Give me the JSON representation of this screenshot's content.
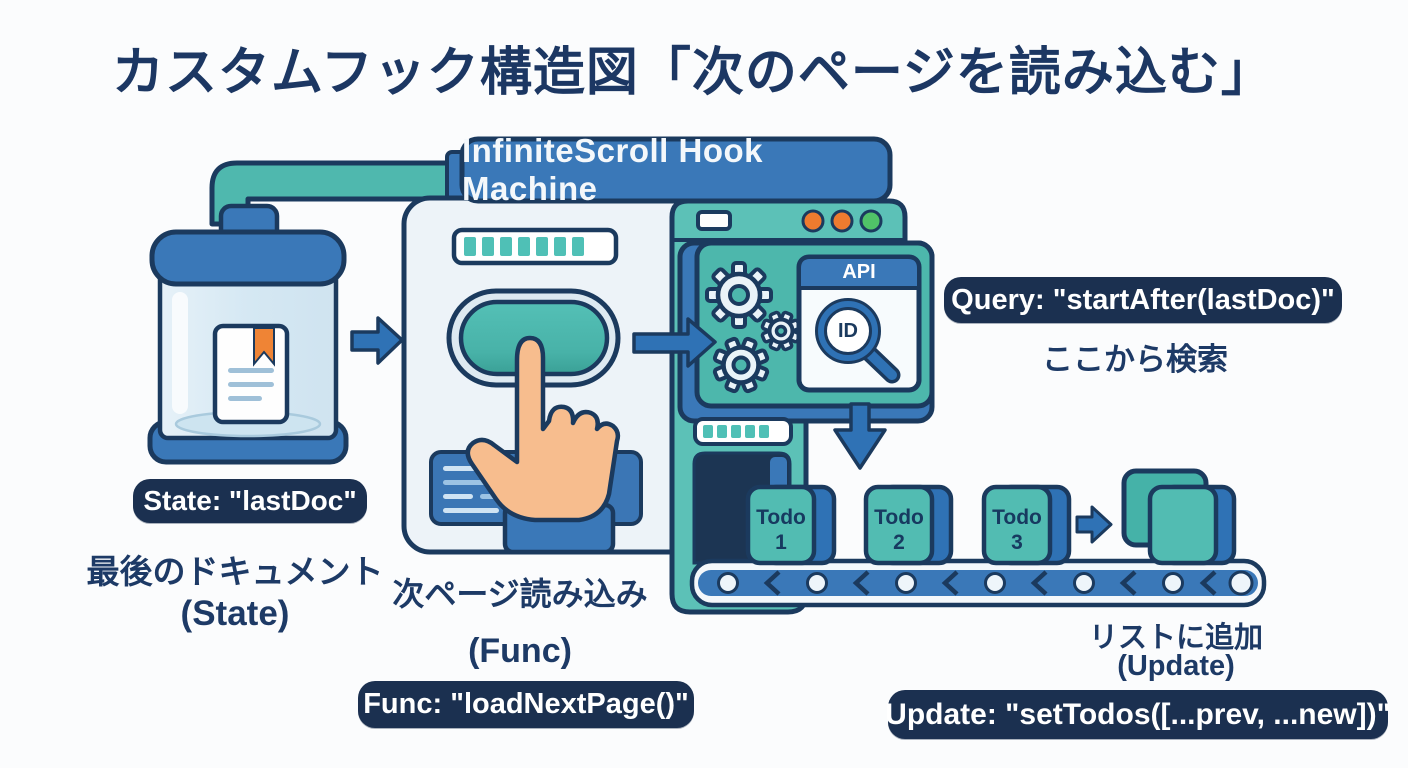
{
  "title": "カスタムフック構造図「次のページを読み込む」",
  "machine": {
    "header_label": "InfiniteScroll Hook Machine"
  },
  "state": {
    "pill": "State: \"lastDoc\"",
    "caption_line1": "最後のドキュメント",
    "caption_line2": "(State)"
  },
  "func": {
    "caption_line1": "次ページ読み込み",
    "caption_line2": "(Func)",
    "pill": "Func: \"loadNextPage()\""
  },
  "query": {
    "pill": "Query: \"startAfter(lastDoc)\"",
    "caption": "ここから検索"
  },
  "update": {
    "caption_line1": "リストに追加",
    "caption_line2": "(Update)",
    "pill": "Update: \"setTodos([...prev, ...new])\""
  },
  "api_panel": {
    "title": "API",
    "lens_label": "ID"
  },
  "conveyor": {
    "todos": [
      {
        "line1": "Todo",
        "line2": "1"
      },
      {
        "line1": "Todo",
        "line2": "2"
      },
      {
        "line1": "Todo",
        "line2": "3"
      }
    ]
  },
  "colors": {
    "navy": "#1b3a5e",
    "blue": "#3a78b8",
    "arrow_blue": "#2f72b5",
    "teal": "#52bcb2",
    "teal_panel": "#4db7ac",
    "machine_light": "#edf3f8",
    "pill_bg": "#1b3050",
    "orange": "#ee7b2f",
    "green": "#50c268",
    "skin": "#f7bd8e"
  }
}
